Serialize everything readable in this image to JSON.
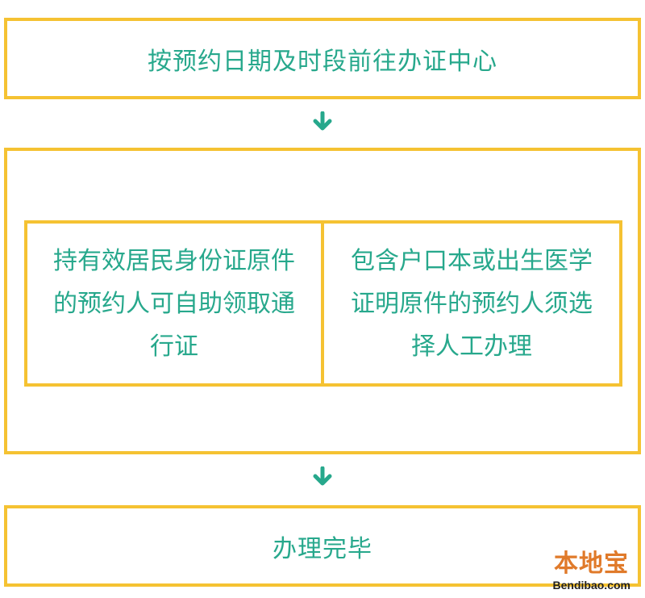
{
  "flow": {
    "step1": "按预约日期及时段前往办证中心",
    "step2": {
      "left": "持有效居民身份证原件的预约人可自助领取通行证",
      "right": "包含户口本或出生医学证明原件的预约人须选择人工办理"
    },
    "step3": "办理完毕"
  },
  "watermark": {
    "brand": "本地宝",
    "url": "Bendibao.com"
  },
  "colors": {
    "border": "#f5c232",
    "text": "#27a88c",
    "arrow": "#27a88c",
    "logo": "#e07a2a"
  }
}
